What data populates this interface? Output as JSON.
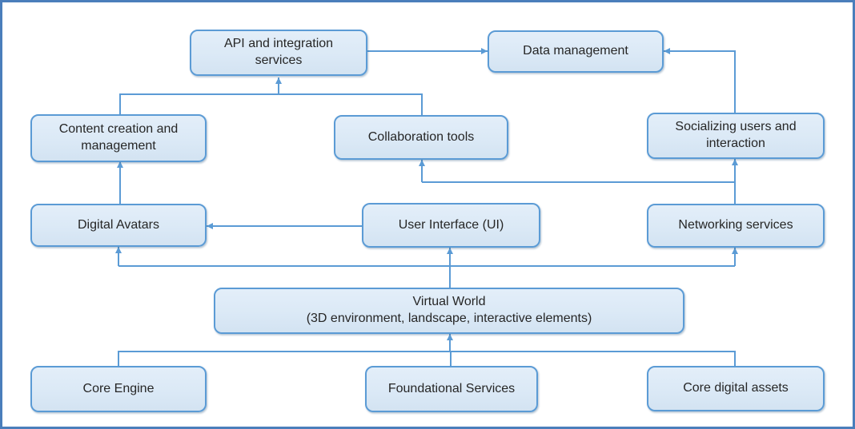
{
  "diagram": {
    "type": "flowchart",
    "colors": {
      "background": "#ffffff",
      "node_fill": "#dbe9f6",
      "node_border": "#5b9bd5",
      "connector": "#5b9bd5",
      "frame_border": "#4a7ebb",
      "text": "#262626"
    },
    "nodes": {
      "api": {
        "label": "API and integration\nservices"
      },
      "data_management": {
        "label": "Data management"
      },
      "content_creation": {
        "label": "Content creation and\nmanagement"
      },
      "collaboration": {
        "label": "Collaboration tools"
      },
      "socializing": {
        "label": "Socializing users and\ninteraction"
      },
      "digital_avatars": {
        "label": "Digital Avatars"
      },
      "user_interface": {
        "label": "User Interface (UI)"
      },
      "networking": {
        "label": "Networking services"
      },
      "virtual_world": {
        "label": "Virtual World\n(3D environment, landscape, interactive elements)"
      },
      "core_engine": {
        "label": "Core Engine"
      },
      "foundational_services": {
        "label": "Foundational Services"
      },
      "core_digital_assets": {
        "label": "Core digital assets"
      }
    },
    "edges": [
      {
        "from": "API and integration services",
        "to": "Data management"
      },
      {
        "from": "Content creation and management",
        "to": "API and integration services"
      },
      {
        "from": "Collaboration tools",
        "to": "API and integration services"
      },
      {
        "from": "Socializing users and interaction",
        "to": "Data management"
      },
      {
        "from": "Digital Avatars",
        "to": "Content creation and management"
      },
      {
        "from": "User Interface (UI)",
        "to": "Digital Avatars"
      },
      {
        "from": "Networking services",
        "to": "Socializing users and interaction"
      },
      {
        "from": "Networking services",
        "to": "Collaboration tools"
      },
      {
        "from": "Virtual World",
        "to": "Digital Avatars"
      },
      {
        "from": "Virtual World",
        "to": "User Interface (UI)"
      },
      {
        "from": "Virtual World",
        "to": "Networking services"
      },
      {
        "from": "Core Engine",
        "to": "Virtual World"
      },
      {
        "from": "Foundational Services",
        "to": "Virtual World"
      },
      {
        "from": "Core digital assets",
        "to": "Virtual World"
      }
    ]
  }
}
